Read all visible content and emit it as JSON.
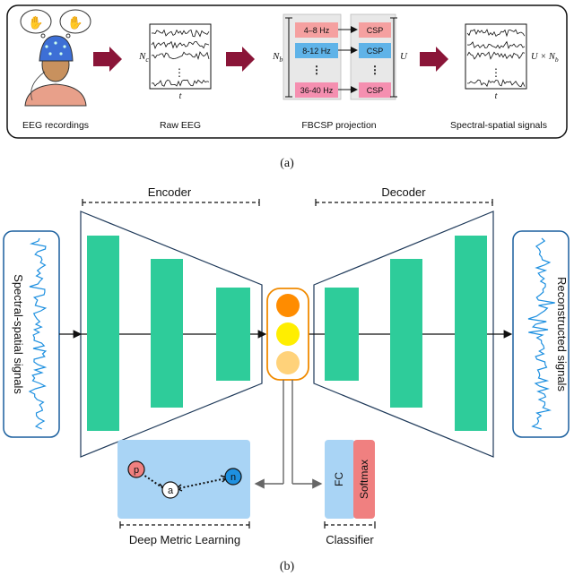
{
  "panel_a": {
    "stages": {
      "eeg_recordings": "EEG recordings",
      "raw_eeg": "Raw EEG",
      "fbcsp_projection": "FBCSP projection",
      "spectral_spatial": "Spectral-spatial signals"
    },
    "raw_eeg": {
      "rows_label": "N",
      "rows_sub": "c",
      "time_label": "t",
      "dots": "⋮"
    },
    "fbcsp": {
      "rows_label": "N",
      "rows_sub": "b",
      "bands": [
        {
          "label": "4–8 Hz",
          "color": "#f5a0a0"
        },
        {
          "label": "8-12 Hz",
          "color": "#5fb3e8"
        },
        {
          "label": "36-40 Hz",
          "color": "#f58fb0"
        }
      ],
      "csp_label": "CSP",
      "csp_colors": [
        "#f5a0a0",
        "#5fb3e8",
        "#f58fb0"
      ],
      "dots": "⋮",
      "output_label": "U"
    },
    "output": {
      "size_label": "U × N",
      "size_sub": "b",
      "time_label": "t",
      "dots": "⋮"
    },
    "caption": "(a)",
    "arrow_color": "#8a1538"
  },
  "panel_b": {
    "input_label": "Spectral-spatial signals",
    "output_label": "Reconstructed signals",
    "encoder_label": "Encoder",
    "decoder_label": "Decoder",
    "latent_colors": [
      "#ff8c00",
      "#ffee00",
      "#ffd27a"
    ],
    "layer_color": "#2ecc9a",
    "signal_color": "#1e90e0",
    "dml_label": "Deep Metric Learning",
    "dml_nodes": {
      "p": "p",
      "a": "a",
      "n": "n"
    },
    "classifier_label": "Classifier",
    "fc_label": "FC",
    "softmax_label": "Softmax",
    "caption": "(b)"
  }
}
